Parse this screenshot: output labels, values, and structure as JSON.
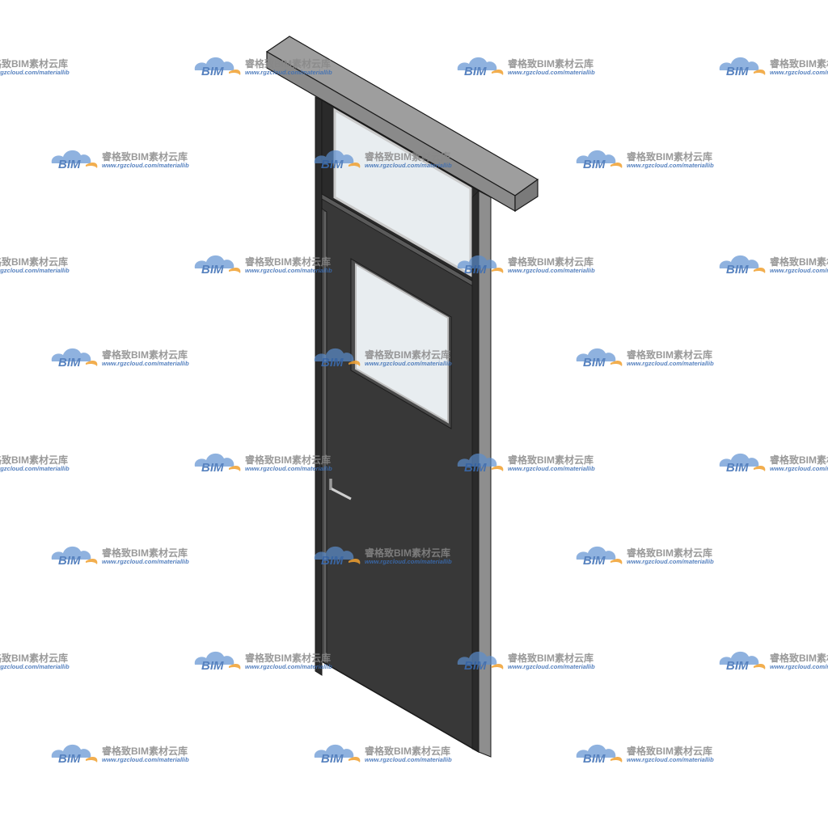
{
  "watermark": {
    "logo_text": "BIM",
    "title": "睿格致BIM素材云库",
    "url": "www.rgzcloud.com/materiallib",
    "colors": {
      "cloud": "#5b8fd0",
      "swoosh": "#f0a030",
      "text": "#888888",
      "bim_text": "#3a6db5"
    }
  },
  "model": {
    "object": "door-with-transom",
    "colors": {
      "frame_side": "#9a9a9a",
      "frame_face": "#8c8c8c",
      "frame_dark": "#2a2a2a",
      "door_leaf": "#383838",
      "glass": "#e8edf0",
      "glass_border": "#c9c9c9",
      "outline": "#1a1a1a",
      "handle": "#bdbdbd"
    }
  }
}
